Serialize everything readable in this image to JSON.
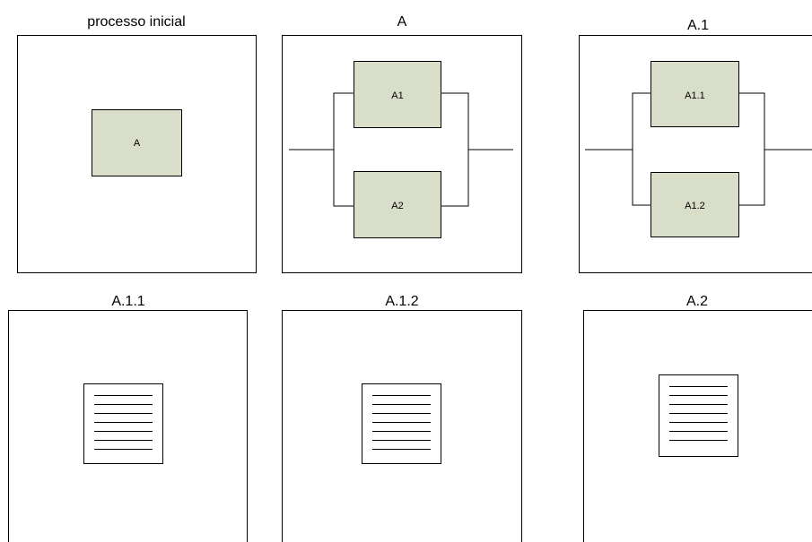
{
  "colors": {
    "process_box_fill": "#d9dec9",
    "stroke": "#000000",
    "background": "#ffffff"
  },
  "panels": [
    {
      "title": "processo inicial",
      "kind": "single",
      "boxes": [
        "A"
      ]
    },
    {
      "title": "A",
      "kind": "parallel",
      "boxes": [
        "A1",
        "A2"
      ]
    },
    {
      "title": "A.1",
      "kind": "parallel",
      "boxes": [
        "A1.1",
        "A1.2"
      ]
    },
    {
      "title": "A.1.1",
      "kind": "document",
      "boxes": []
    },
    {
      "title": "A.1.2",
      "kind": "document",
      "boxes": []
    },
    {
      "title": "A.2",
      "kind": "document",
      "boxes": []
    }
  ]
}
